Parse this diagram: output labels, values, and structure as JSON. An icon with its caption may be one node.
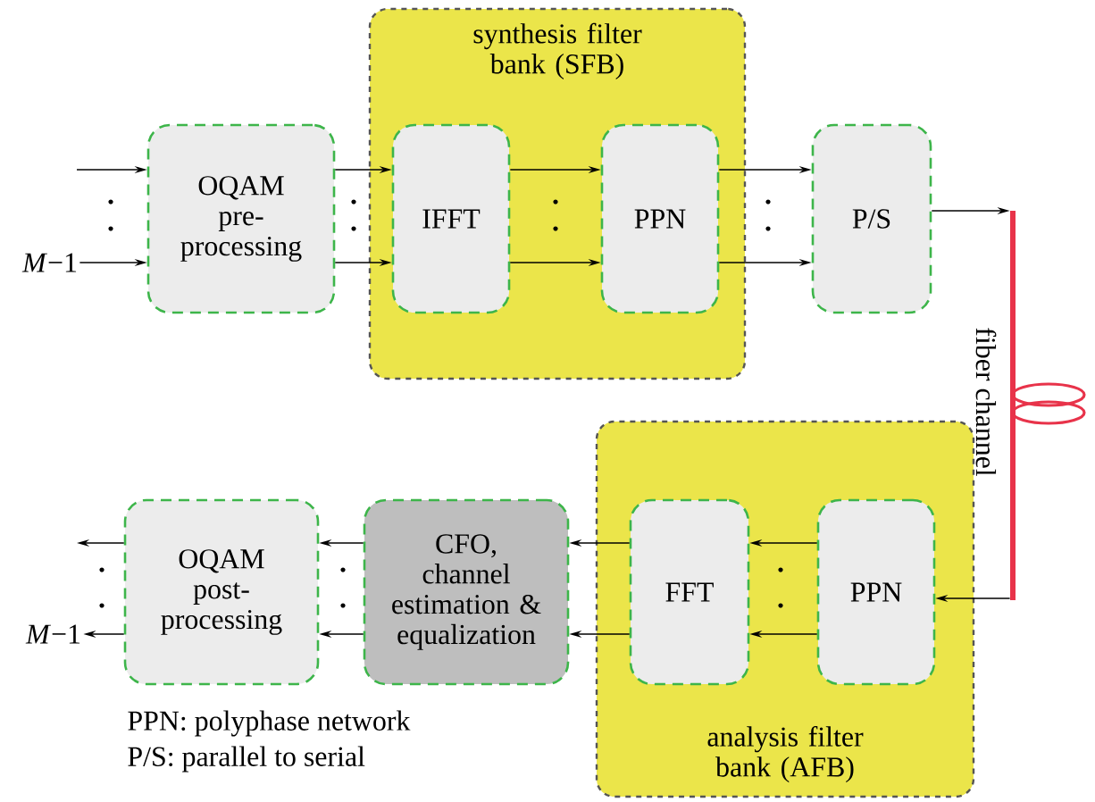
{
  "diagram": {
    "nodes": [
      {
        "text": [
          "synthesis filter bank (SFB)"
        ]
      },
      {
        "text": [
          "OQAM pre- processing"
        ]
      },
      {
        "text": [
          "IFFT"
        ],
        "in": 0
      },
      {
        "text": [
          "PPN"
        ],
        "in": 0
      },
      {
        "text": [
          "P/S"
        ]
      },
      {
        "text": [],
        "shape": "bar",
        "beside": [
          "fiber channel"
        ]
      },
      {
        "text": [
          "OQAM post- processing"
        ]
      },
      {
        "text": [
          "CFO, channel estimation & equalization"
        ]
      },
      {
        "text": [
          "analysis filter bank (AFB)"
        ]
      },
      {
        "text": [
          "FFT"
        ],
        "in": 8
      },
      {
        "text": [
          "PPN"
        ],
        "in": 8
      },
      {
        "text": [
          "*M*−1"
        ]
      },
      {
        "text": [
          "*M*−1"
        ]
      }
    ],
    "edges": [
      {
        "from": null,
        "to": 1,
        "arrow": "to"
      },
      {
        "from": 11,
        "to": 1,
        "arrow": "to"
      },
      {
        "from": 1,
        "to": 2,
        "arrow": "to"
      },
      {
        "from": 1,
        "to": 2,
        "arrow": "to"
      },
      {
        "from": 2,
        "to": 3,
        "arrow": "to"
      },
      {
        "from": 2,
        "to": 3,
        "arrow": "to"
      },
      {
        "from": 3,
        "to": 4,
        "arrow": "to"
      },
      {
        "from": 3,
        "to": 4,
        "arrow": "to"
      },
      {
        "from": 4,
        "to": 5,
        "arrow": "to"
      },
      {
        "from": 5,
        "to": 10,
        "arrow": "to"
      },
      {
        "from": 10,
        "to": 9,
        "arrow": "to"
      },
      {
        "from": 10,
        "to": 9,
        "arrow": "to"
      },
      {
        "from": 9,
        "to": 7,
        "arrow": "to"
      },
      {
        "from": 9,
        "to": 7,
        "arrow": "to"
      },
      {
        "from": 7,
        "to": 6,
        "arrow": "to"
      },
      {
        "from": 7,
        "to": 6,
        "arrow": "to"
      },
      {
        "from": 6,
        "to": null,
        "arrow": "to"
      },
      {
        "from": 6,
        "to": 12,
        "arrow": "to"
      }
    ],
    "labels": [
      "PPN: polyphase network",
      "P/S: parallel to serial"
    ]
  }
}
